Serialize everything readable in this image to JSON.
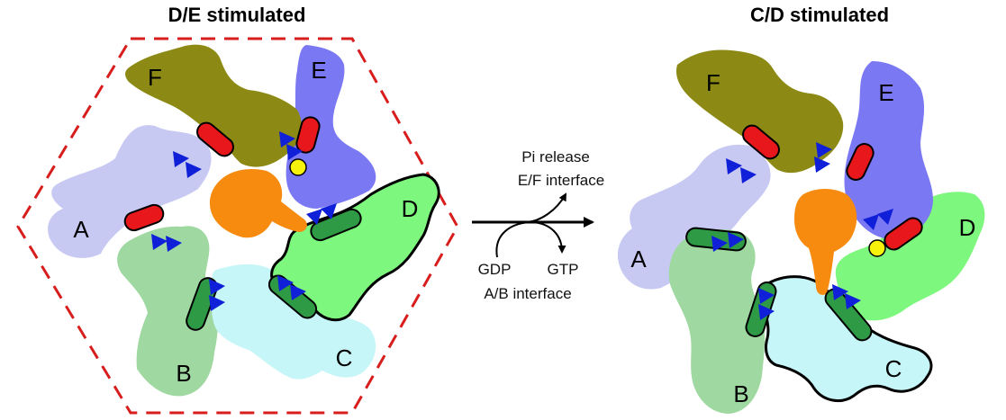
{
  "left_panel": {
    "title": "D/E stimulated",
    "labels": {
      "A": "A",
      "B": "B",
      "C": "C",
      "D": "D",
      "E": "E",
      "F": "F"
    }
  },
  "right_panel": {
    "title": "C/D stimulated",
    "labels": {
      "A": "A",
      "B": "B",
      "C": "C",
      "D": "D",
      "E": "E",
      "F": "F"
    }
  },
  "transition": {
    "top_line1": "Pi release",
    "top_line2": "E/F interface",
    "bottom_left": "GDP",
    "bottom_right": "GTP",
    "bottom_line2": "A/B interface"
  },
  "colors": {
    "A": "#c7c9f3",
    "B": "#9fd8a0",
    "C": "#c6f6f8",
    "D": "#7ef77e",
    "E": "#7b78f4",
    "F": "#8c8a14",
    "center": "#f78b10",
    "red_pill": "#e8171b",
    "green_pill": "#2f9a45",
    "arrowhead": "#1020d8",
    "pi": "#f7f20a",
    "hexagon": "#d81d1d"
  }
}
